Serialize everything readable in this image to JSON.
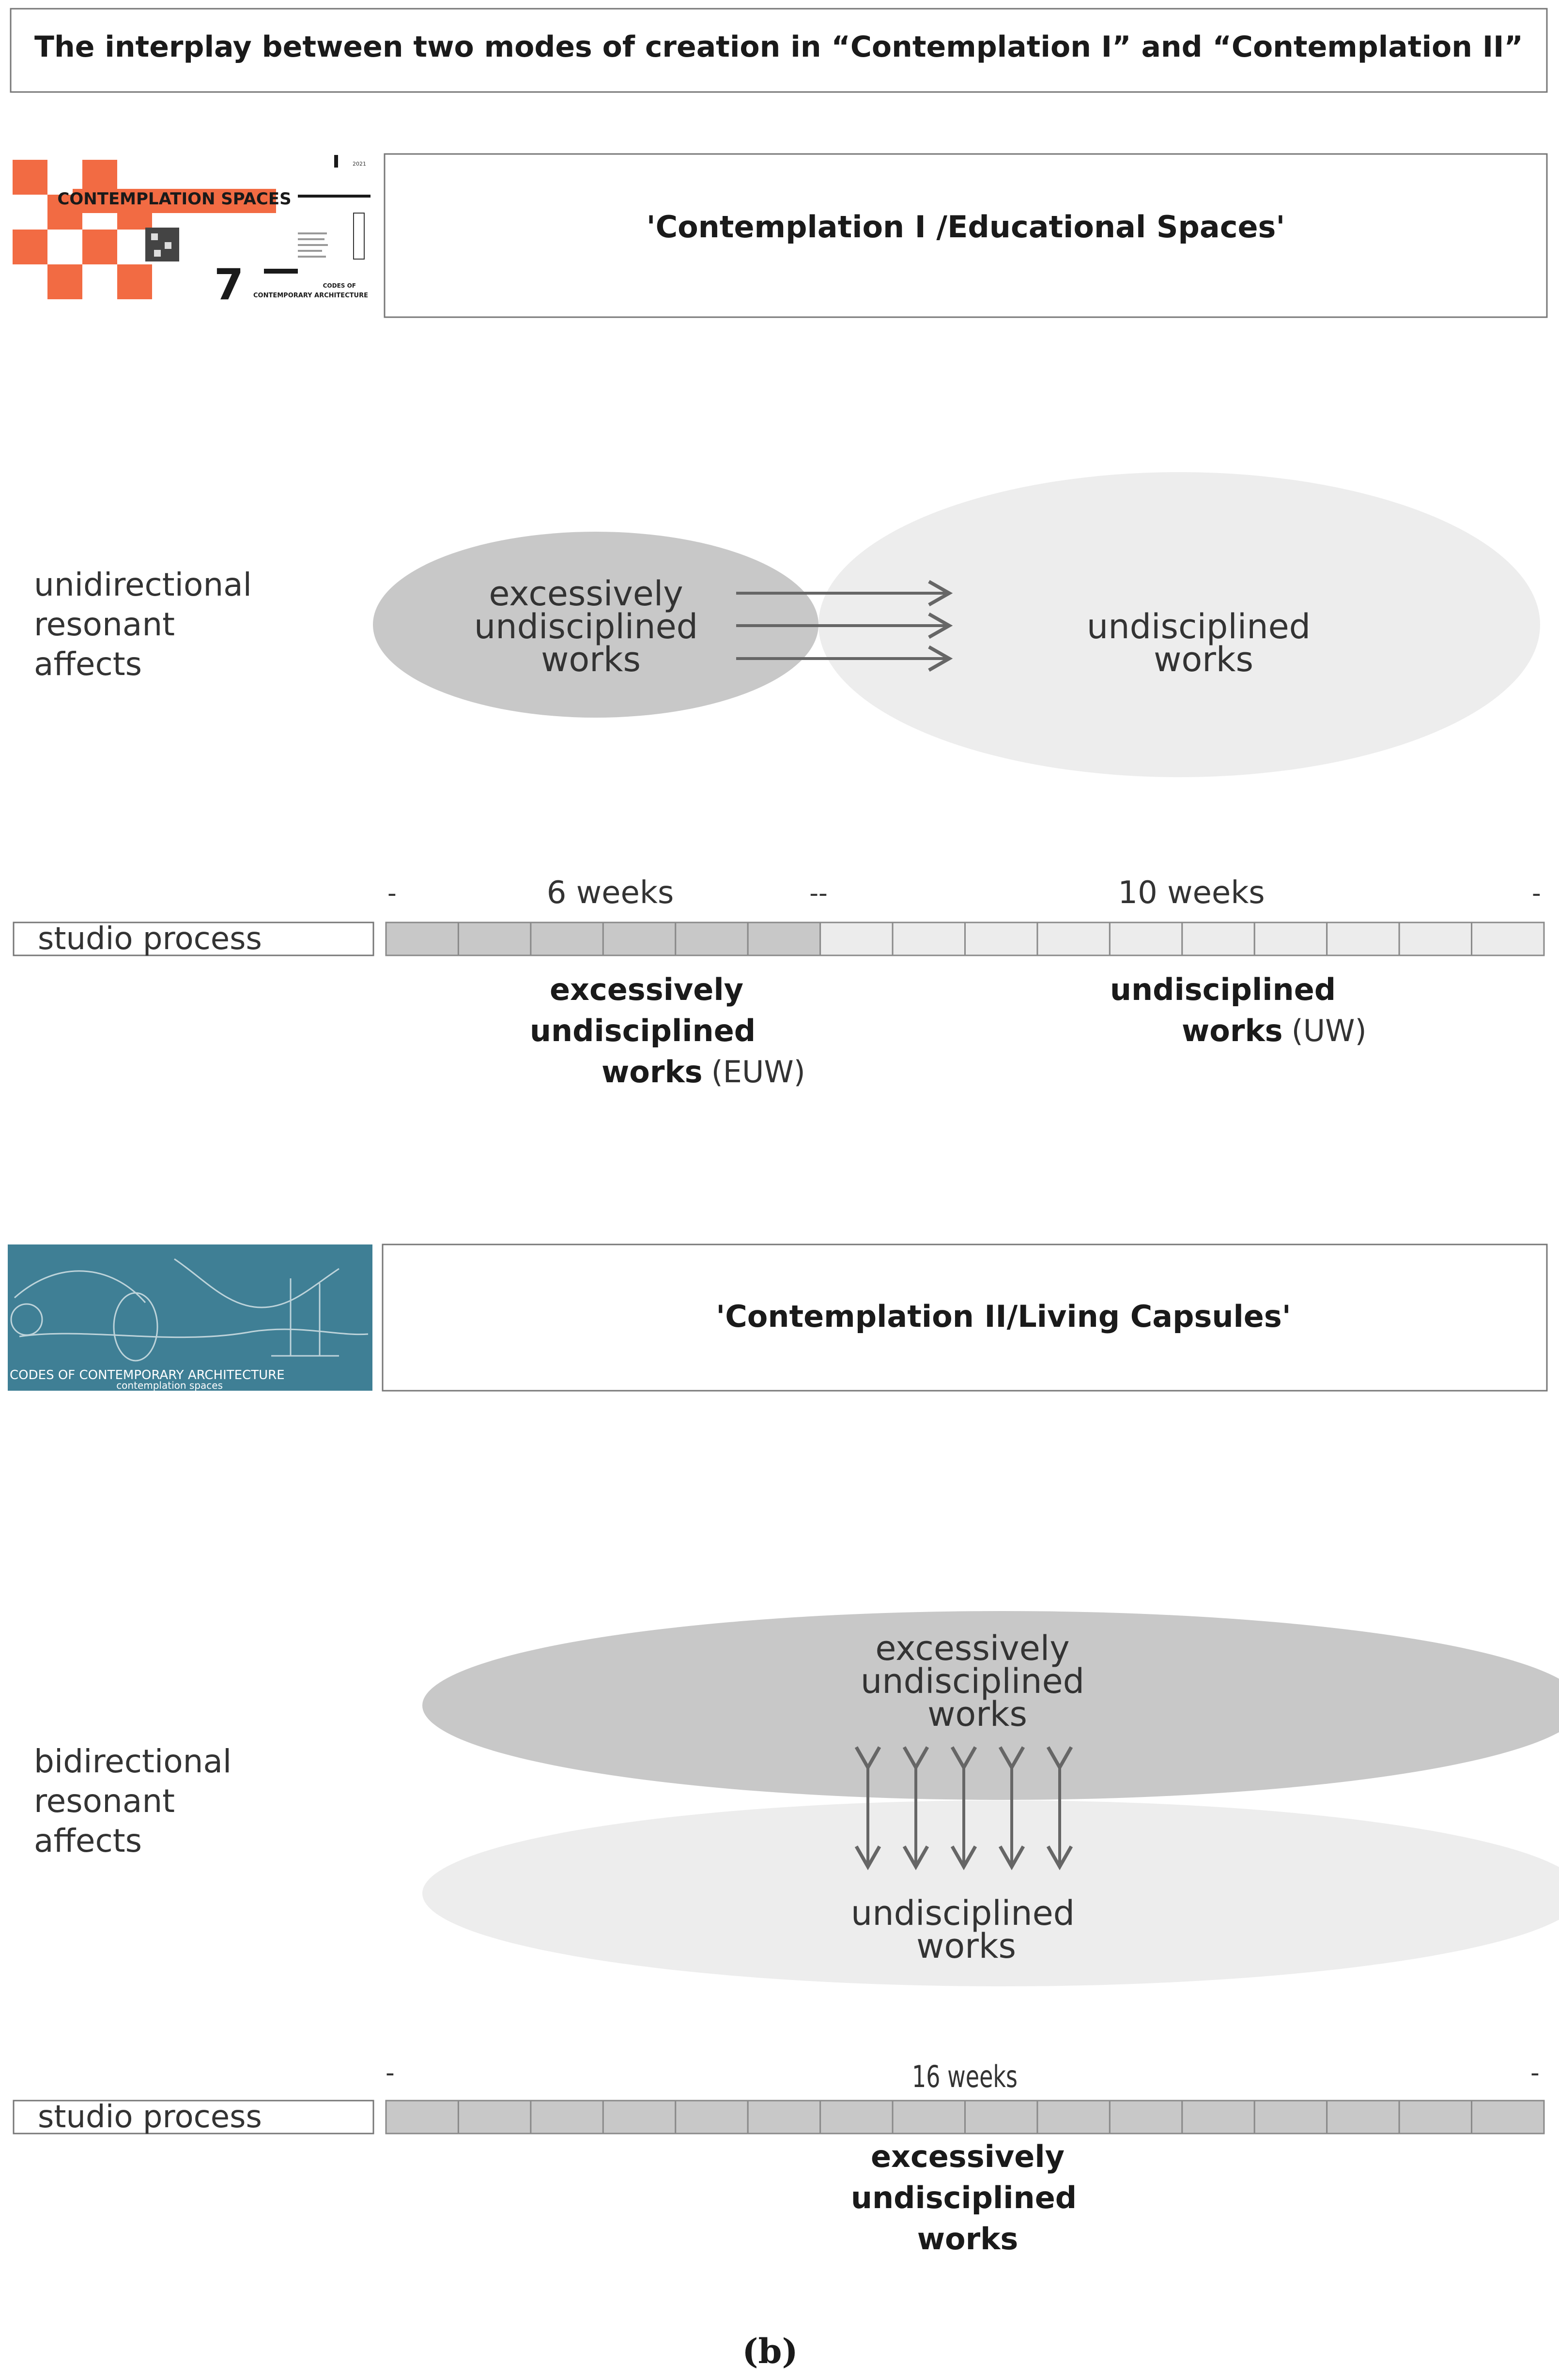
{
  "title": "The interplay between two modes of creation in “Contemplation I” and “Contemplation II”",
  "colors": {
    "dark_ellipse": "#c8c8c8",
    "light_ellipse": "#ededed",
    "dark_cell": "#c8c8c8",
    "light_cell": "#ececec",
    "poster_orange": "#f26b43",
    "poster_teal": "#3f7f95"
  },
  "section1": {
    "poster": {
      "title": "CONTEMPLATION SPACES",
      "number": "7",
      "year": "2021",
      "subtitle_line1": "CODES OF",
      "subtitle_line2": "CONTEMPORARY ARCHITECTURE"
    },
    "heading": "'Contemplation I /Educational Spaces'",
    "affect_label": [
      "unidirectional",
      "resonant",
      "affects"
    ],
    "ellipse_dark_label": [
      "excessively",
      "undisciplined",
      "works"
    ],
    "ellipse_light_label": [
      "undisciplined",
      "works"
    ],
    "timeline": {
      "label": "studio process",
      "marker_start": "-",
      "marker_mid": "--",
      "marker_end": "-",
      "phase1_label": "6 weeks",
      "phase2_label": "10 weeks",
      "dark_cells": 6,
      "light_cells": 10
    },
    "phase1_caption": {
      "line1": "excessively",
      "line2": "undisciplined",
      "line3_bold": "works",
      "line3_abbr": "(EUW)"
    },
    "phase2_caption": {
      "line1": "undisciplined",
      "line2_bold": "works",
      "line2_abbr": "(UW)"
    }
  },
  "section2": {
    "poster": {
      "caption_line1": "CODES OF CONTEMPORARY ARCHITECTURE",
      "caption_line2": "contemplation spaces"
    },
    "heading": "'Contemplation II/Living Capsules'",
    "affect_label": [
      "bidirectional",
      "resonant",
      "affects"
    ],
    "ellipse_dark_label": [
      "excessively",
      "undisciplined",
      "works"
    ],
    "ellipse_light_label": [
      "undisciplined",
      "works"
    ],
    "timeline": {
      "label": "studio process",
      "marker_start": "-",
      "marker_end": "-",
      "weeks_label": "16 weeks",
      "dark_cells": 16
    },
    "caption": [
      "excessively",
      "undisciplined",
      "works"
    ]
  },
  "figure_label": "(b)"
}
